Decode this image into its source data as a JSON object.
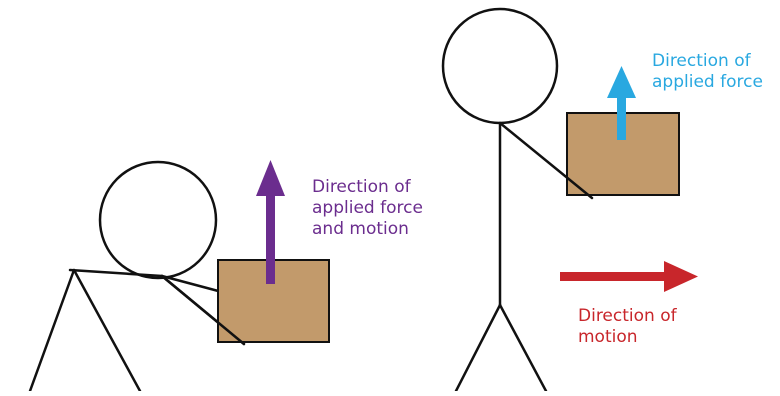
{
  "colors": {
    "box_fill": "#c29a6b",
    "box_stroke": "#111111",
    "figure_stroke": "#111111",
    "lift_arrow": "#6b2d8e",
    "carry_force_arrow": "#29a8e0",
    "motion_arrow": "#c8262b"
  },
  "left_figure": {
    "label_line1": "Direction of",
    "label_line2": "applied force",
    "label_line3": "and motion"
  },
  "right_figure": {
    "force_label_line1": "Direction of",
    "force_label_line2": "applied force",
    "motion_label_line1": "Direction of",
    "motion_label_line2": "motion"
  }
}
